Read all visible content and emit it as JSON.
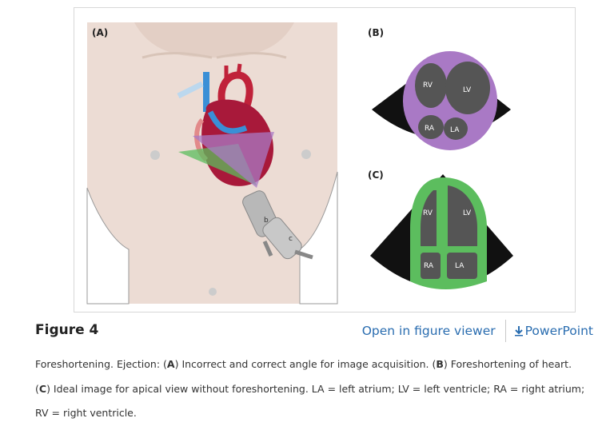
{
  "figure": {
    "panel_a_label": "(A)",
    "panel_b_label": "(B)",
    "panel_c_label": "(C)",
    "probe_b_label": "b",
    "probe_c_label": "c",
    "panel_b_chambers": {
      "rv": "RV",
      "lv": "LV",
      "ra": "RA",
      "la": "LA"
    },
    "panel_c_chambers": {
      "rv": "RV",
      "lv": "LV",
      "ra": "RA",
      "la": "LA"
    },
    "colors": {
      "skin": "#ecdcd4",
      "foreshortened": "#a979c5",
      "ideal": "#5cbd5e",
      "chamber": "#555555"
    }
  },
  "title": "Figure 4",
  "links": {
    "viewer": "Open in figure viewer",
    "powerpoint": "PowerPoint",
    "powerpoint_icon": "download-icon"
  },
  "caption": {
    "line1_pre": "Foreshortening. Ejection: (",
    "ref_a": "A",
    "line1_mid": ") Incorrect and correct angle for image acquisition. (",
    "ref_b": "B",
    "line1_post": ") Foreshortening of heart.",
    "line2_pre": "(",
    "ref_c": "C",
    "line2_post": ") Ideal image for apical view without foreshortening. LA = left atrium; LV = left ventricle; RA = right atrium;",
    "line3": "RV = right ventricle."
  }
}
